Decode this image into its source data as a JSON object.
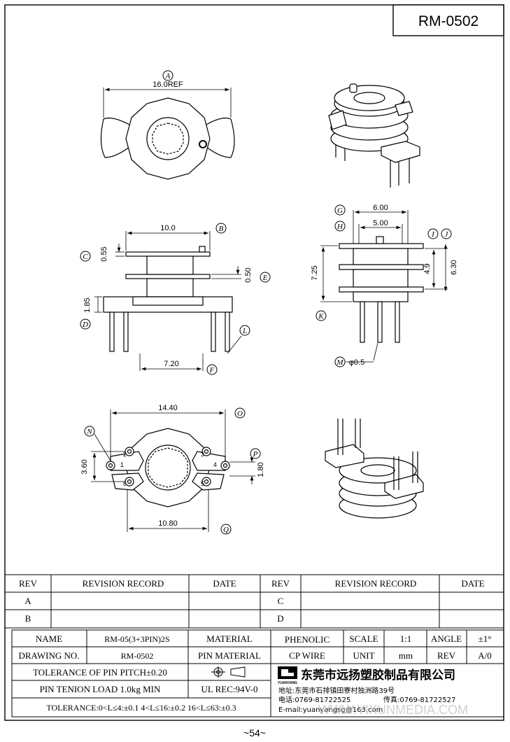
{
  "header": {
    "code": "RM-0502"
  },
  "views": {
    "top": {
      "dim_a": "16.0REF",
      "callout_a": "A"
    },
    "side": {
      "dim_b": "10.0",
      "callout_b": "B",
      "dim_c": "0.55",
      "callout_c": "C",
      "dim_e": "0.50",
      "callout_e": "E",
      "dim_d": "1.85",
      "callout_d": "D",
      "callout_l": "L",
      "dim_f": "7.20",
      "callout_f": "F"
    },
    "end": {
      "dim_g": "6.00",
      "callout_g": "G",
      "dim_h": "5.00",
      "callout_h": "H",
      "callout_i": "I",
      "callout_j": "J",
      "dim_725": "7.25",
      "dim_49": "4.9",
      "dim_630": "6.30",
      "callout_k": "K",
      "dim_m": "φ0.5",
      "callout_m": "M"
    },
    "bottom": {
      "dim_o": "14.40",
      "callout_o": "O",
      "callout_n": "N",
      "dim_360": "3.60",
      "dim_p": "1.80",
      "callout_p": "P",
      "dim_q": "10.80",
      "callout_q": "Q",
      "pins": [
        "1",
        "2",
        "3",
        "4",
        "5",
        "6"
      ]
    }
  },
  "revision": {
    "rev_header": "REV",
    "record_header": "REVISION RECORD",
    "date_header": "DATE",
    "rows_left": [
      "A",
      "B"
    ],
    "rows_right": [
      "C",
      "D"
    ]
  },
  "title_block": {
    "name_label": "NAME",
    "name_value": "RM-05(3+3PIN)2S",
    "material_label": "MATERIAL",
    "material_value": "PHENOLIC",
    "scale_label": "SCALE",
    "scale_value": "1:1",
    "angle_label": "ANGLE",
    "angle_value": "±1°",
    "drawing_no_label": "DRAWING NO.",
    "drawing_no_value": "RM-0502",
    "pin_material_label": "PIN MATERIAL",
    "pin_material_value": "CP WIRE",
    "unit_label": "UNIT",
    "unit_value": "mm",
    "rev_label": "REV",
    "rev_value": "A/0",
    "tolerance_pitch": "TOLERANCE OF PIN PITCH±0.20",
    "pin_tension": "PIN TENION LOAD 1.0kg MIN",
    "ul_rec": "UL REC:94V-0",
    "tolerance_general": "TOLERANCE:0<L≤4:±0.1  4<L≤16:±0.2  16<L≤63:±0.3",
    "company_name": "东莞市远扬塑胶制品有限公司",
    "logo_text": "YUANYANG",
    "address": "地址:东莞市石排镇田寮村独洲路39号",
    "phone": "电话:0769-81722525",
    "fax": "传真:0769-81722527",
    "email": "E-mail:yuanyangsg@163.com",
    "watermark": "WWW.YIXUNMEDIA.COM"
  },
  "footer": {
    "page": "~54~"
  }
}
